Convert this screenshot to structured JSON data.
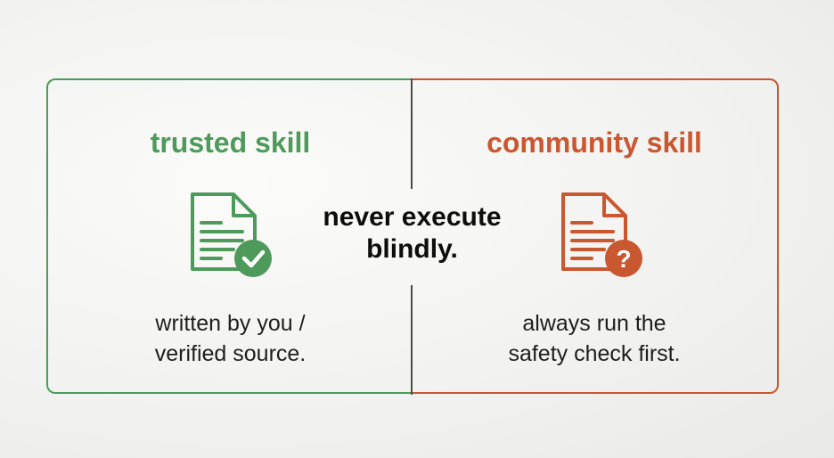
{
  "left": {
    "title": "trusted skill",
    "caption_line1": "written by you /",
    "caption_line2": "verified source.",
    "icon": "document-check-icon",
    "color": "#4e9a5a"
  },
  "right": {
    "title": "community skill",
    "caption_line1": "always run the",
    "caption_line2": "safety check first.",
    "icon": "document-question-icon",
    "color": "#c9572f"
  },
  "center": {
    "line1": "never execute",
    "line2": "blindly."
  }
}
